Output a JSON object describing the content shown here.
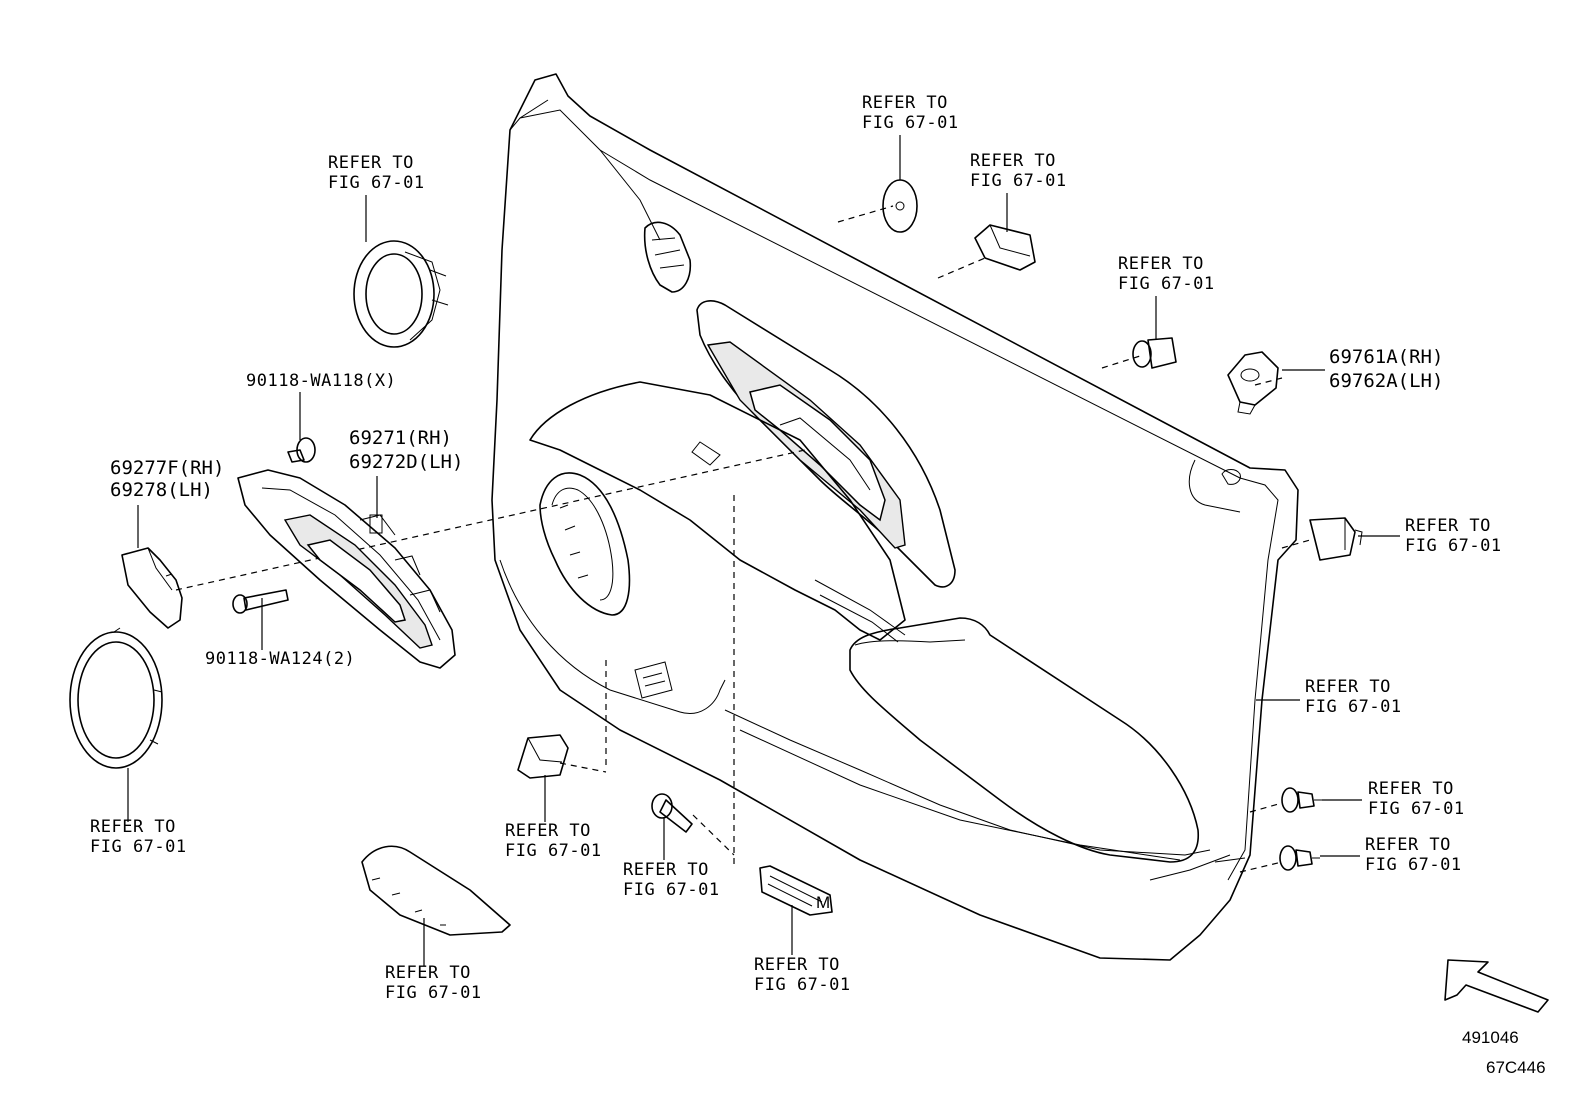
{
  "refer": {
    "line1": "REFER TO",
    "line2": "FIG 67-01"
  },
  "parts": {
    "p69277": {
      "rh": "69277F(RH)",
      "lh": "69278(LH)"
    },
    "p69271": {
      "rh": "69271(RH)",
      "lh": "69272D(LH)"
    },
    "p69761": {
      "rh": "69761A(RH)",
      "lh": "69762A(LH)"
    },
    "screw_top": "90118-WA118(X)",
    "screw_bottom": "90118-WA124(2)"
  },
  "illustration_number": "491046",
  "figure_code": "67C446",
  "icons": {
    "direction_arrow": "front-direction-arrow-icon"
  }
}
